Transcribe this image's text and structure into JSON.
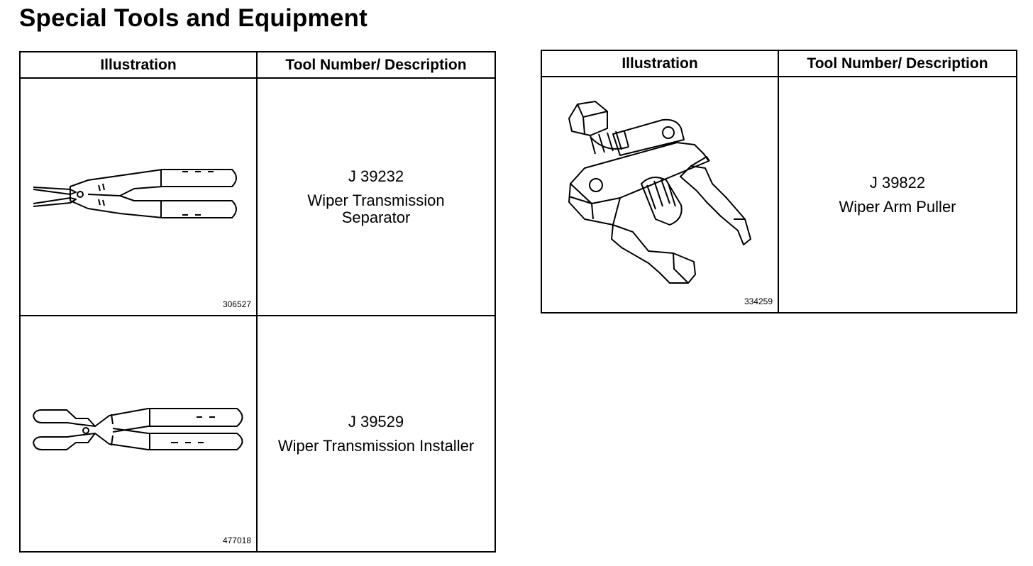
{
  "title": "Special Tools and Equipment",
  "headers": {
    "illustration": "Illustration",
    "tool": "Tool Number/ Description"
  },
  "tables": [
    {
      "rows": [
        {
          "figure": "306527",
          "tool_number": "J 39232",
          "description": [
            "Wiper Transmission",
            "Separator"
          ],
          "icon": "separator-pliers-icon"
        },
        {
          "figure": "477018",
          "tool_number": "J 39529",
          "description": [
            "Wiper Transmission Installer"
          ],
          "icon": "installer-pliers-icon"
        }
      ]
    },
    {
      "rows": [
        {
          "figure": "334259",
          "tool_number": "J 39822",
          "description": [
            "Wiper Arm Puller"
          ],
          "icon": "arm-puller-icon"
        }
      ]
    }
  ]
}
